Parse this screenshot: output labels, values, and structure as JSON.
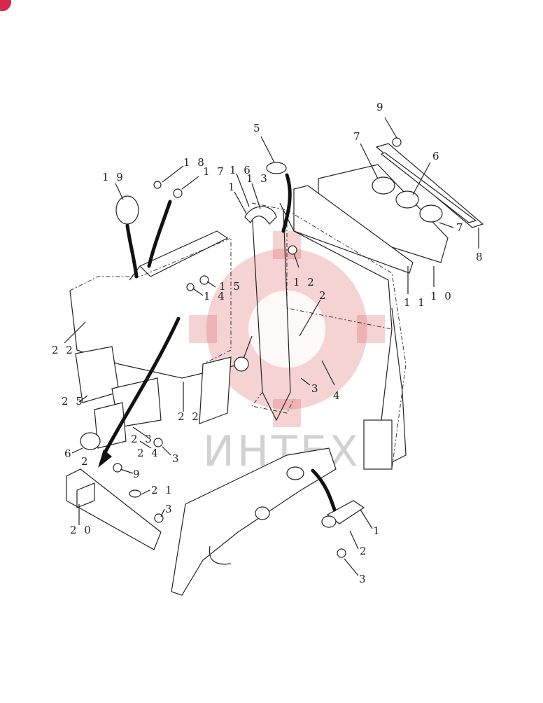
{
  "watermark": {
    "text": "ИНТЕХ",
    "color": "#e06060"
  },
  "callouts": [
    {
      "id": "c9a",
      "text": "9"
    },
    {
      "id": "c5",
      "text": "5"
    },
    {
      "id": "c7a",
      "text": "7"
    },
    {
      "id": "c6a",
      "text": "6"
    },
    {
      "id": "c18",
      "text": "1 8"
    },
    {
      "id": "c17",
      "text": "1 7"
    },
    {
      "id": "c16",
      "text": "1 6"
    },
    {
      "id": "c13",
      "text": "1 3"
    },
    {
      "id": "c19",
      "text": "1 9"
    },
    {
      "id": "c1a",
      "text": "1"
    },
    {
      "id": "c7b",
      "text": "7"
    },
    {
      "id": "c8",
      "text": "8"
    },
    {
      "id": "c15",
      "text": "1 5"
    },
    {
      "id": "c14",
      "text": "1 4"
    },
    {
      "id": "c12",
      "text": "1 2"
    },
    {
      "id": "c11",
      "text": "1 1"
    },
    {
      "id": "c10",
      "text": "1 0"
    },
    {
      "id": "c2a",
      "text": "2"
    },
    {
      "id": "c22a",
      "text": "2 2"
    },
    {
      "id": "c3a",
      "text": "3"
    },
    {
      "id": "c4a",
      "text": "4"
    },
    {
      "id": "c25",
      "text": "2 5"
    },
    {
      "id": "c22b",
      "text": "2 2"
    },
    {
      "id": "c23",
      "text": "2 3"
    },
    {
      "id": "c24",
      "text": "2 4"
    },
    {
      "id": "c3b",
      "text": "3"
    },
    {
      "id": "c6b",
      "text": "6"
    },
    {
      "id": "c2b",
      "text": "2"
    },
    {
      "id": "c9b",
      "text": "9"
    },
    {
      "id": "c21",
      "text": "2 1"
    },
    {
      "id": "c3c",
      "text": "3"
    },
    {
      "id": "c20",
      "text": "2 0"
    },
    {
      "id": "c1b",
      "text": "1"
    },
    {
      "id": "c2c",
      "text": "2"
    },
    {
      "id": "c3d",
      "text": "3"
    }
  ]
}
